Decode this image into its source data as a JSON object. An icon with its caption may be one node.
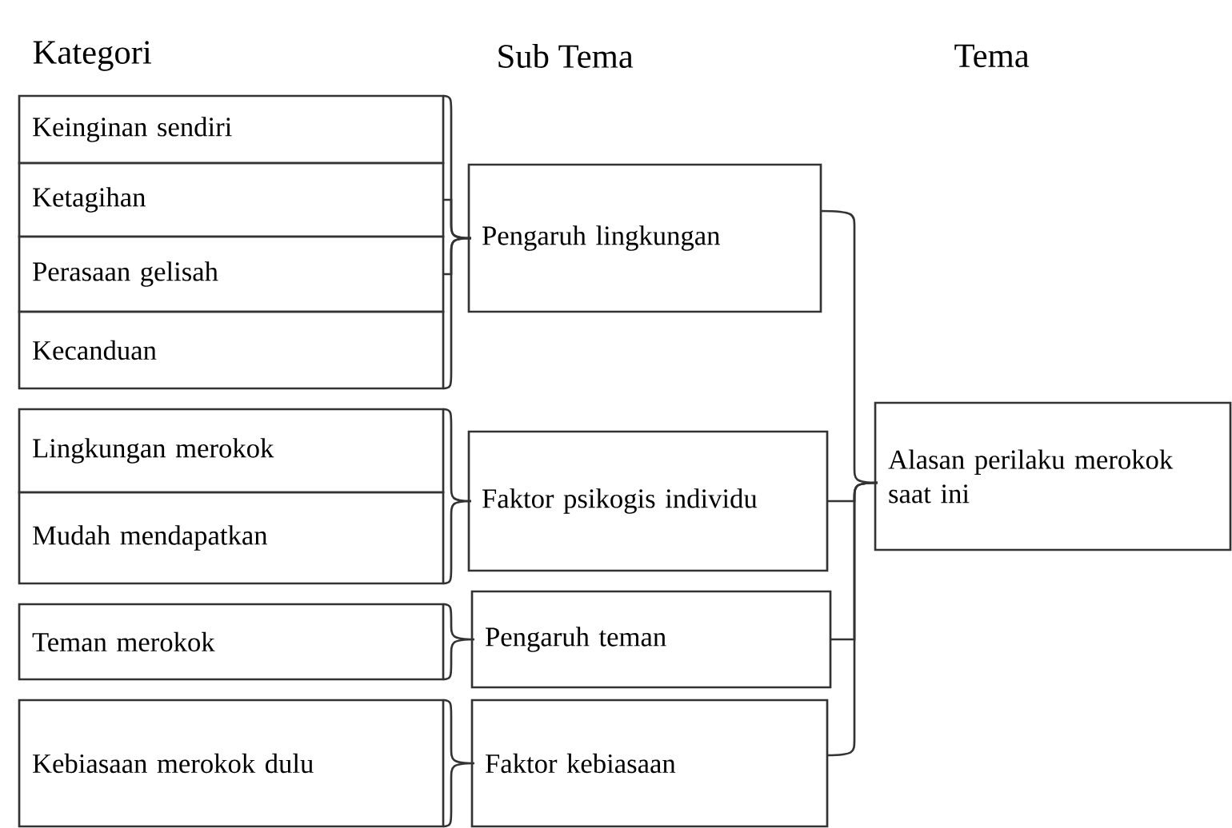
{
  "diagram": {
    "nodes": [
      {
        "text": [
          "Keinginan sendiri"
        ]
      },
      {
        "text": [
          "Ketagihan"
        ]
      },
      {
        "text": [
          "Perasaan gelisah"
        ]
      },
      {
        "text": [
          "Kecanduan"
        ]
      },
      {
        "text": [
          "Lingkungan merokok"
        ]
      },
      {
        "text": [
          "Mudah mendapatkan"
        ]
      },
      {
        "text": [
          "Teman merokok"
        ]
      },
      {
        "text": [
          "Kebiasaan merokok dulu"
        ]
      },
      {
        "text": [
          "Pengaruh lingkungan"
        ]
      },
      {
        "text": [
          "Faktor psikogis individu"
        ]
      },
      {
        "text": [
          "Pengaruh teman"
        ]
      },
      {
        "text": [
          "Faktor kebiasaan"
        ]
      },
      {
        "text": [
          "Alasan perilaku merokok saat ini"
        ]
      }
    ],
    "edges": [
      {
        "from": 0,
        "to": 8,
        "arrow": "none"
      },
      {
        "from": 1,
        "to": 8,
        "arrow": "none"
      },
      {
        "from": 2,
        "to": 8,
        "arrow": "none"
      },
      {
        "from": 3,
        "to": 8,
        "arrow": "none"
      },
      {
        "from": 4,
        "to": 9,
        "arrow": "none"
      },
      {
        "from": 5,
        "to": 9,
        "arrow": "none"
      },
      {
        "from": 6,
        "to": 10,
        "arrow": "none"
      },
      {
        "from": 7,
        "to": 11,
        "arrow": "none"
      },
      {
        "from": 8,
        "to": 12,
        "arrow": "none"
      },
      {
        "from": 9,
        "to": 12,
        "arrow": "none"
      },
      {
        "from": 10,
        "to": 12,
        "arrow": "none"
      },
      {
        "from": 11,
        "to": 12,
        "arrow": "none"
      }
    ],
    "labels": [
      "Kategori",
      "Sub Tema",
      "Tema"
    ]
  }
}
